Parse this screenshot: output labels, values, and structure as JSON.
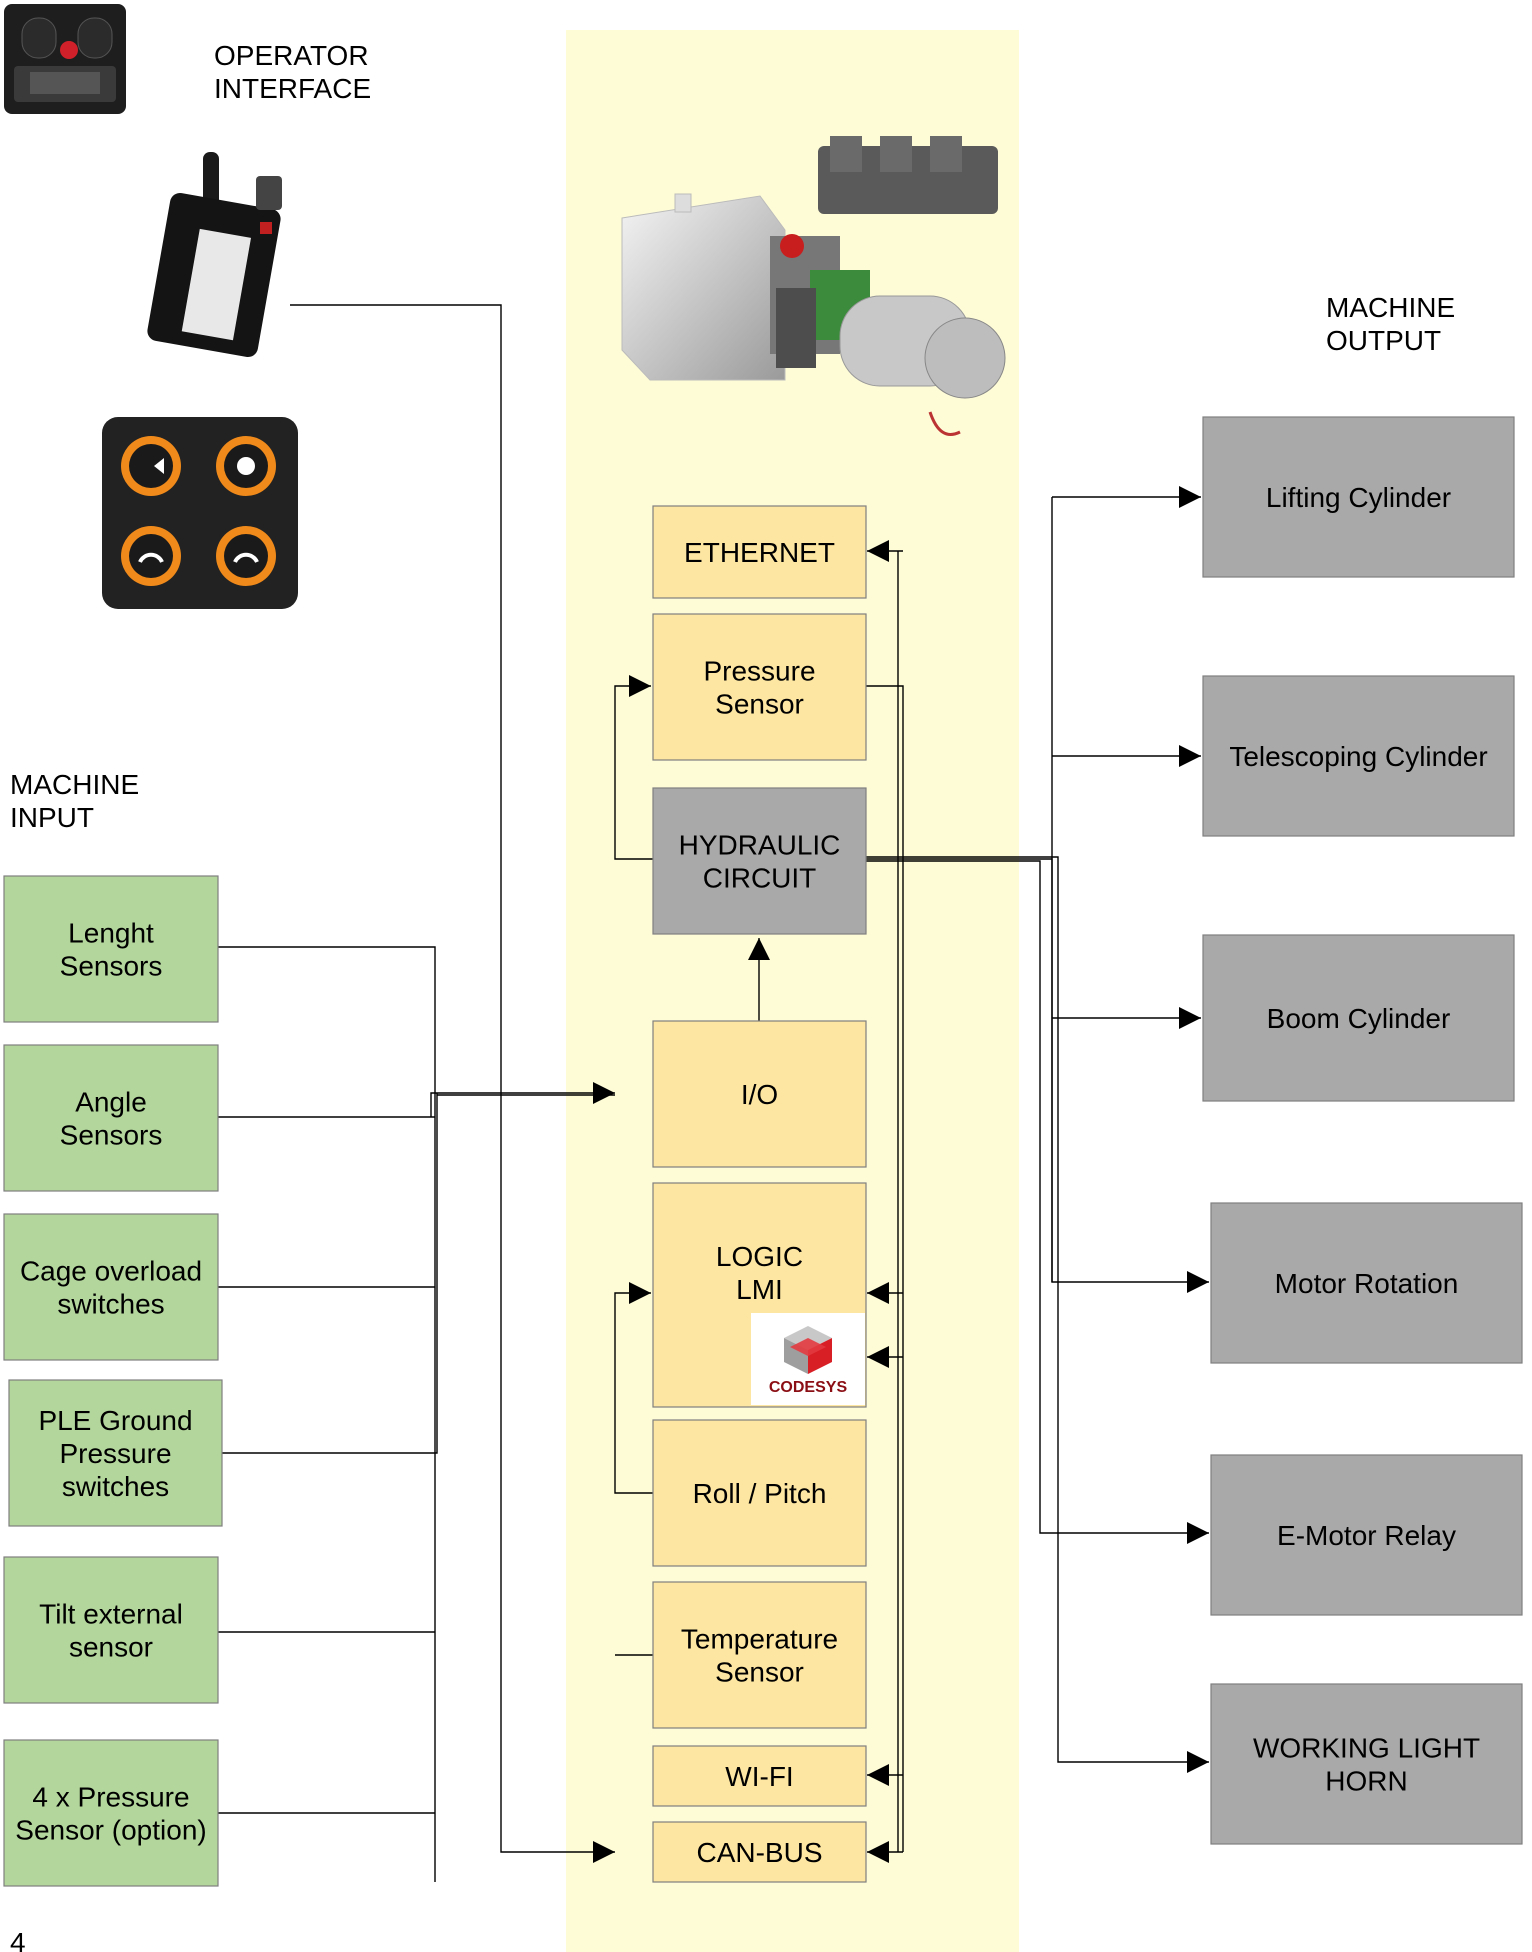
{
  "labels": {
    "operator_interface": [
      "OPERATOR",
      "INTERFACE"
    ],
    "machine_input": [
      "MACHINE",
      "INPUT"
    ],
    "machine_output": [
      "MACHINE",
      "OUTPUT"
    ],
    "page_number": "4"
  },
  "center_blocks": {
    "ethernet": [
      "ETHERNET"
    ],
    "pressure_sensor": [
      "Pressure",
      "Sensor"
    ],
    "hydraulic_circuit": [
      "HYDRAULIC",
      "CIRCUIT"
    ],
    "io": [
      "I/O"
    ],
    "logic_lmi": [
      "LOGIC",
      "LMI"
    ],
    "roll_pitch": [
      "Roll / Pitch"
    ],
    "temperature_sensor": [
      "Temperature",
      "Sensor"
    ],
    "wifi": [
      "WI-FI"
    ],
    "can_bus": [
      "CAN-BUS"
    ]
  },
  "codesys_logo": "CODESYS",
  "inputs": [
    [
      "Lenght",
      "Sensors"
    ],
    [
      "Angle",
      "Sensors"
    ],
    [
      "Cage overload",
      "switches"
    ],
    [
      "PLE Ground",
      "Pressure",
      "switches"
    ],
    [
      "Tilt external",
      "sensor"
    ],
    [
      "4 x Pressure",
      "Sensor (option)"
    ]
  ],
  "outputs": [
    [
      "Lifting Cylinder"
    ],
    [
      "Telescoping Cylinder"
    ],
    [
      "Boom Cylinder"
    ],
    [
      "Motor Rotation"
    ],
    [
      "E-Motor Relay"
    ],
    [
      "WORKING LIGHT",
      "HORN"
    ]
  ],
  "colors": {
    "panel": "#fefcd7",
    "yellow_box": "#fde6a1",
    "green_box": "#b3d69c",
    "gray_box": "#a9a9a9",
    "box_border": "#7f7f7f"
  }
}
